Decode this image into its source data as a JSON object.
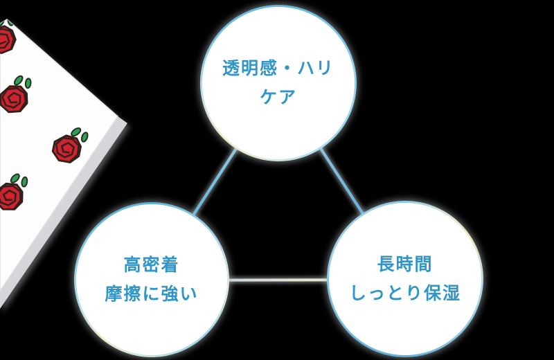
{
  "diagram": {
    "type": "triangle-feature-diagram",
    "nodes": [
      {
        "id": "top",
        "lines": [
          "透明感・ハリ",
          "ケア"
        ]
      },
      {
        "id": "bottom-left",
        "lines": [
          "高密着",
          "摩擦に強い"
        ]
      },
      {
        "id": "bottom-right",
        "lines": [
          "長時間",
          "しっとり保湿"
        ]
      }
    ]
  },
  "decoration": {
    "type": "rose-patterned-sheet-illustration",
    "rose_count": 4
  },
  "colors": {
    "background": "#000000",
    "label_text": "#3095c8",
    "circle_fill": "#ffffff",
    "ring_blue": "#6cbcdf",
    "ring_yellow": "#efeac6",
    "connector_blue": "#4aa2d4",
    "connector_yellow": "#eae6ac",
    "rose_red": "#cf2430",
    "rose_outline": "#33201a",
    "leaf_green": "#2f9e57",
    "sheet_white": "#fdfdfd",
    "sheet_edge_gray": "#d6d6da"
  }
}
